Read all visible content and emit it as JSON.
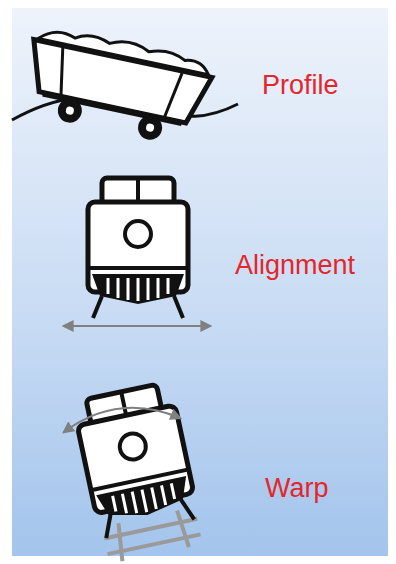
{
  "diagram": {
    "labels": [
      "Profile",
      "Alignment",
      "Warp"
    ]
  }
}
